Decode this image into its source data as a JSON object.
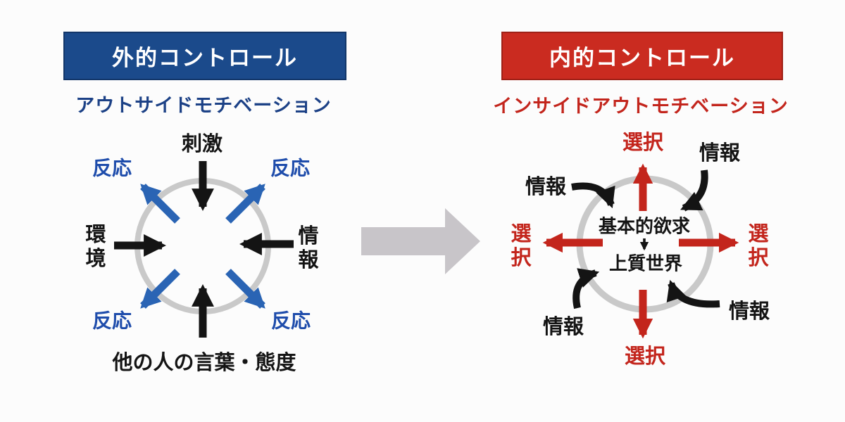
{
  "left": {
    "header": "外的コントロール",
    "subtitle": "アウトサイドモチベーション",
    "labels": {
      "top": "刺激",
      "left": "環境",
      "right": "情報",
      "bottom": "他の人の言葉・態度",
      "reaction": "反応"
    }
  },
  "right": {
    "header": "内的コントロール",
    "subtitle": "インサイドアウトモチベーション",
    "labels": {
      "choice": "選択",
      "info": "情報",
      "center_top": "基本的欲求",
      "center_bottom": "上質世界"
    }
  },
  "colors": {
    "external_blue_box": "#1b4a8b",
    "external_blue_text": "#1c4186",
    "reaction_blue": "#1e4cab",
    "reaction_arrow_blue": "#2a64b4",
    "internal_red_box": "#ca2b20",
    "internal_red_text": "#c3251c",
    "black": "#141414",
    "circle_gray": "#c9c9c9",
    "transition_gray": "#c8c5c9"
  }
}
